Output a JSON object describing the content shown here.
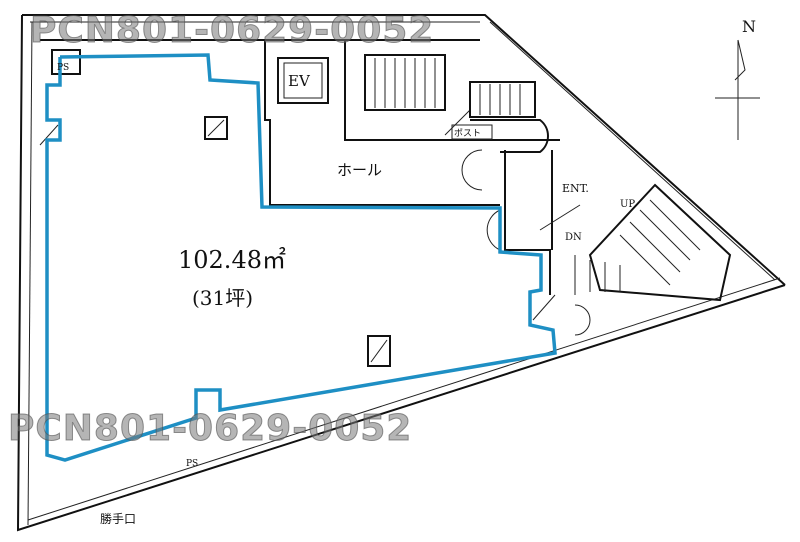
{
  "plan": {
    "area": "102.48㎡",
    "tsubo": "(31坪)",
    "hall": "ホール",
    "elevator": "EV",
    "pipe_space_top": "PS",
    "pipe_space_bottom": "PS",
    "mailbox": "ポスト",
    "entrance": "ENT.",
    "stair_up": "UP",
    "stair_down": "DN",
    "back_door": "勝手口",
    "north": "N"
  },
  "watermark": {
    "top": "PCN801-0629-0052",
    "bottom": "PCN801-0629-0052"
  },
  "colors": {
    "outline": "#1e8fc4",
    "walls": "#111111"
  }
}
